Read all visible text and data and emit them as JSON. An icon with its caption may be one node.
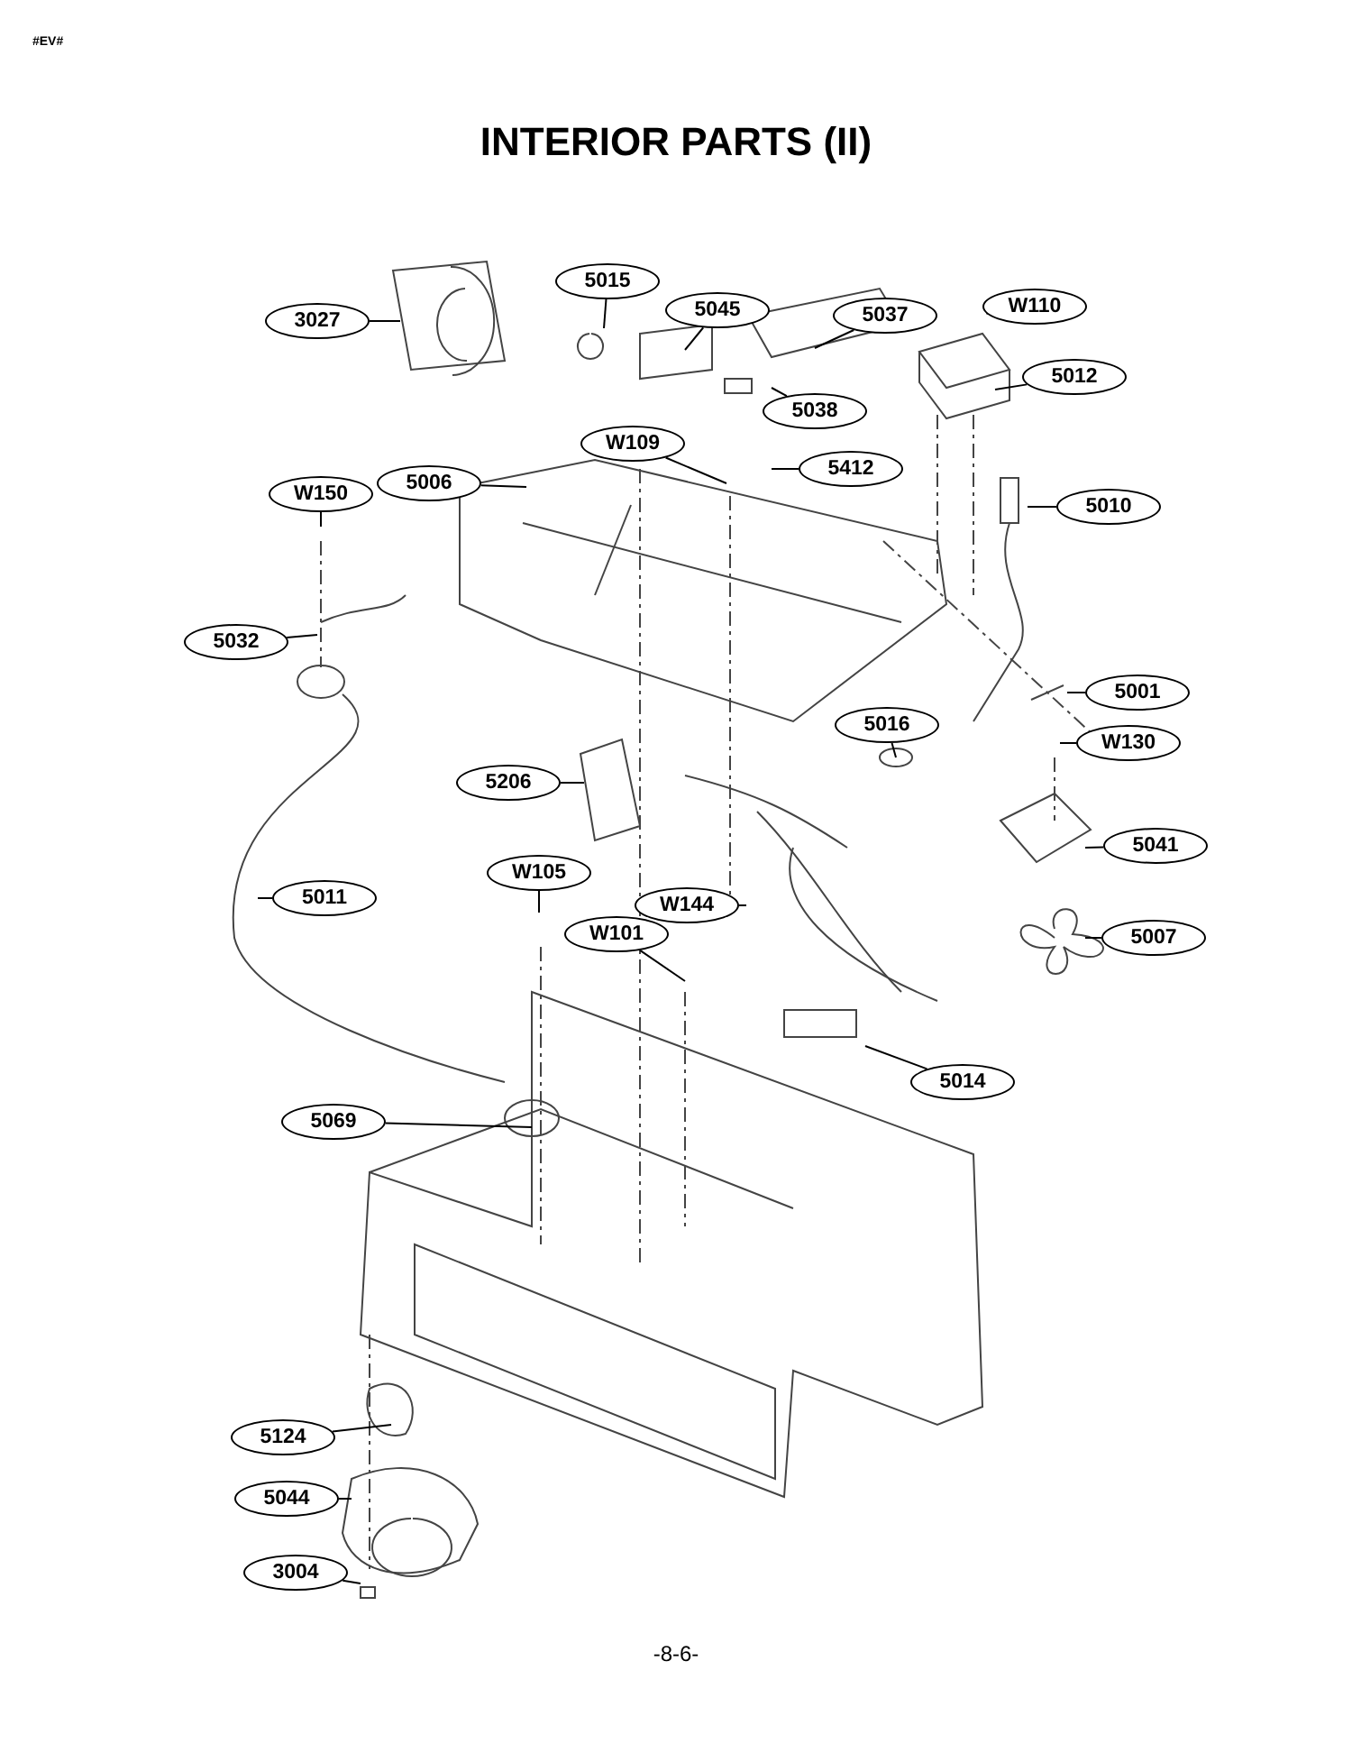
{
  "diagram": {
    "title": "INTERIOR PARTS (II)",
    "nodes": [
      {
        "text": [
          "3027"
        ]
      },
      {
        "text": [
          "5015"
        ]
      },
      {
        "text": [
          "5045"
        ]
      },
      {
        "text": [
          "5037"
        ]
      },
      {
        "text": [
          "W110"
        ]
      },
      {
        "text": [
          "5012"
        ]
      },
      {
        "text": [
          "5038"
        ]
      },
      {
        "text": [
          "W109"
        ]
      },
      {
        "text": [
          "5412"
        ]
      },
      {
        "text": [
          "W150"
        ]
      },
      {
        "text": [
          "5006"
        ]
      },
      {
        "text": [
          "5010"
        ]
      },
      {
        "text": [
          "5032"
        ]
      },
      {
        "text": [
          "5001"
        ]
      },
      {
        "text": [
          "5016"
        ]
      },
      {
        "text": [
          "W130"
        ]
      },
      {
        "text": [
          "5206"
        ]
      },
      {
        "text": [
          "5041"
        ]
      },
      {
        "text": [
          "5011"
        ]
      },
      {
        "text": [
          "W105"
        ]
      },
      {
        "text": [
          "W144"
        ]
      },
      {
        "text": [
          "5007"
        ]
      },
      {
        "text": [
          "W101"
        ]
      },
      {
        "text": [
          "5014"
        ]
      },
      {
        "text": [
          "5069"
        ]
      },
      {
        "text": [
          "5124"
        ]
      },
      {
        "text": [
          "5044"
        ]
      },
      {
        "text": [
          "3004"
        ]
      }
    ],
    "edges": [
      {
        "from": 0,
        "to": null,
        "arrow": "none"
      },
      {
        "from": 1,
        "to": null,
        "arrow": "none"
      },
      {
        "from": 2,
        "to": null,
        "arrow": "none"
      },
      {
        "from": 3,
        "to": null,
        "arrow": "none"
      },
      {
        "from": 4,
        "to": null,
        "arrow": "none"
      },
      {
        "from": 5,
        "to": null,
        "arrow": "none"
      },
      {
        "from": 6,
        "to": null,
        "arrow": "none"
      },
      {
        "from": 7,
        "to": null,
        "arrow": "none"
      },
      {
        "from": 8,
        "to": null,
        "arrow": "none"
      },
      {
        "from": 9,
        "to": null,
        "arrow": "none"
      },
      {
        "from": 10,
        "to": null,
        "arrow": "none"
      },
      {
        "from": 11,
        "to": null,
        "arrow": "none"
      },
      {
        "from": 12,
        "to": null,
        "arrow": "none"
      },
      {
        "from": 13,
        "to": null,
        "arrow": "none"
      },
      {
        "from": 14,
        "to": null,
        "arrow": "none"
      },
      {
        "from": 15,
        "to": null,
        "arrow": "none"
      },
      {
        "from": 16,
        "to": null,
        "arrow": "none"
      },
      {
        "from": 17,
        "to": null,
        "arrow": "none"
      },
      {
        "from": 18,
        "to": null,
        "arrow": "none"
      },
      {
        "from": 19,
        "to": null,
        "arrow": "none"
      },
      {
        "from": 20,
        "to": null,
        "arrow": "none"
      },
      {
        "from": 21,
        "to": null,
        "arrow": "none"
      },
      {
        "from": 22,
        "to": null,
        "arrow": "none"
      },
      {
        "from": 23,
        "to": null,
        "arrow": "none"
      },
      {
        "from": 24,
        "to": null,
        "arrow": "none"
      },
      {
        "from": 25,
        "to": null,
        "arrow": "none"
      },
      {
        "from": 26,
        "to": null,
        "arrow": "none"
      },
      {
        "from": 27,
        "to": null,
        "arrow": "none"
      }
    ],
    "labels": [
      "#EV#",
      "-8-6-"
    ]
  }
}
